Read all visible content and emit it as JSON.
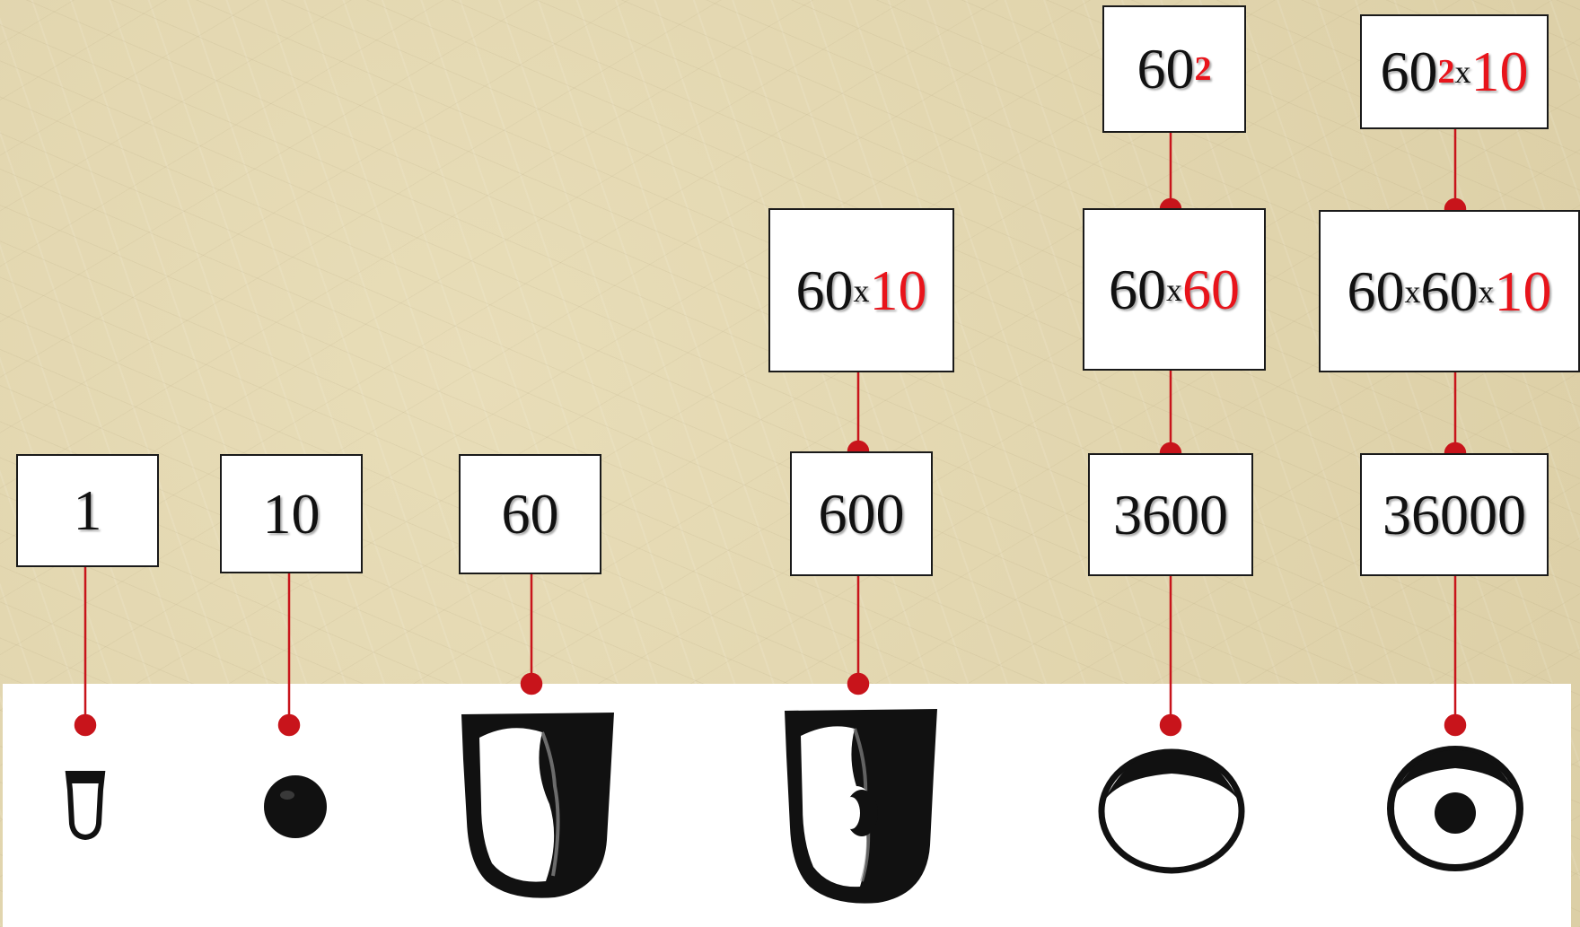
{
  "labels": {
    "one": "1",
    "ten": "10",
    "sixty": "60",
    "six_hundred": "600",
    "three_six_hundred": "3600",
    "thirty_six_thousand": "36000"
  },
  "expressions": {
    "e600": {
      "a": "60",
      "x": "x",
      "b": "10"
    },
    "e3600": {
      "a": "60",
      "x": "x",
      "b": "60"
    },
    "e36000": {
      "a": "60",
      "x1": "x",
      "b": "60",
      "x2": "x",
      "c": "10"
    }
  },
  "powers": {
    "p3600": {
      "base": "60",
      "exp": "2"
    },
    "p36000": {
      "base": "60",
      "exp": "2",
      "x": "x",
      "factor": "10"
    }
  },
  "colors": {
    "accent": "#e8141b",
    "connector": "#c8141b",
    "background": "#e3d7b0",
    "text": "#111111"
  },
  "glyph_icons": [
    "cuneiform-1-icon",
    "cuneiform-10-icon",
    "cuneiform-60-icon",
    "cuneiform-600-icon",
    "cuneiform-3600-icon",
    "cuneiform-36000-icon"
  ]
}
